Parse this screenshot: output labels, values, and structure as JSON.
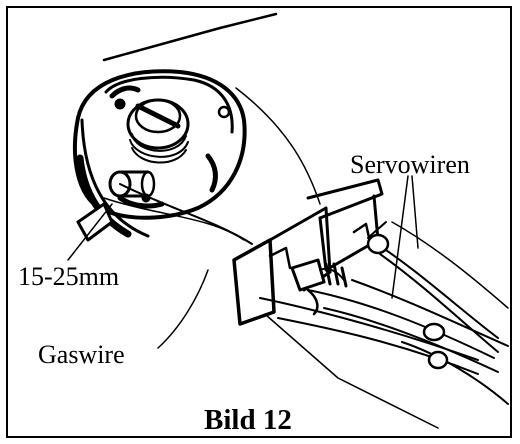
{
  "labels": {
    "servo_wires": "Servowiren",
    "length": "15-25mm",
    "gas_wire": "Gaswire"
  },
  "caption": "Bild 12",
  "colors": {
    "ink": "#000000",
    "paper": "#ffffff"
  }
}
